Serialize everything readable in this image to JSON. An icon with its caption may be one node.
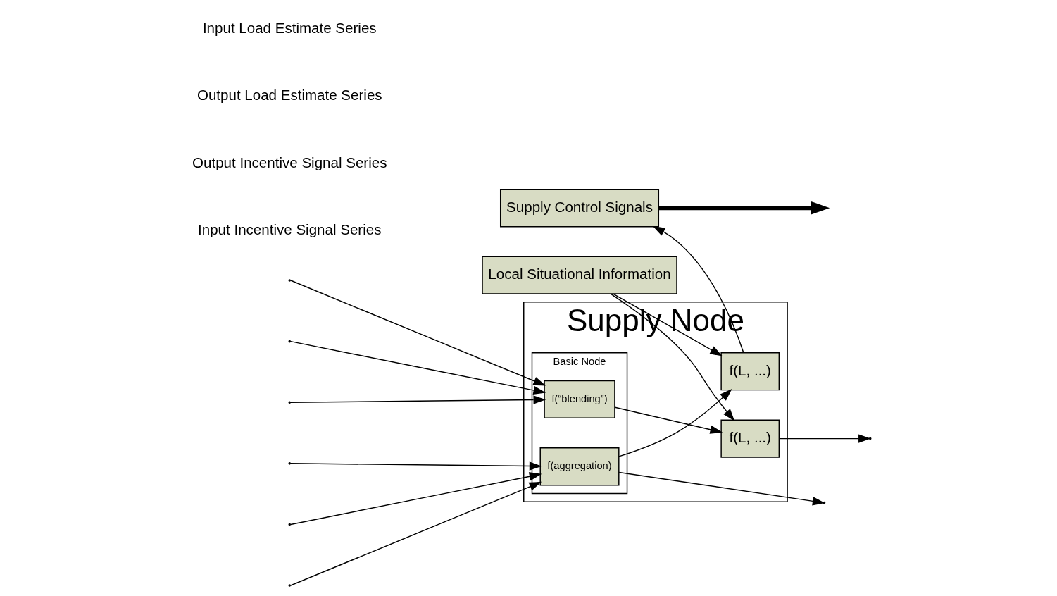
{
  "diagram": {
    "nodes": [
      {
        "text": [
          "Supply Node"
        ]
      },
      {
        "text": [
          "Basic Node"
        ],
        "in": 0
      },
      {
        "text": [
          "f(“blending”)"
        ],
        "in": 1
      },
      {
        "text": [
          "f(aggregation)"
        ],
        "in": 1
      },
      {
        "text": [
          "f(L, ...)"
        ],
        "in": 0
      },
      {
        "text": [
          "f(L, ...)"
        ],
        "in": 0
      },
      {
        "text": [
          "Supply Control Signals"
        ]
      },
      {
        "text": [
          "Local Situational Information"
        ]
      }
    ],
    "edges": [
      {
        "from": null,
        "to": 2,
        "arrow": "to"
      },
      {
        "from": null,
        "to": 2,
        "arrow": "to"
      },
      {
        "from": null,
        "to": 2,
        "arrow": "to"
      },
      {
        "from": 2,
        "to": 4,
        "arrow": "to"
      },
      {
        "from": 4,
        "to": null,
        "arrow": "to"
      },
      {
        "from": null,
        "to": 3,
        "arrow": "to"
      },
      {
        "from": null,
        "to": 3,
        "arrow": "to"
      },
      {
        "from": null,
        "to": 3,
        "arrow": "to"
      },
      {
        "from": 3,
        "to": null,
        "arrow": "to"
      },
      {
        "from": 3,
        "to": 5,
        "arrow": "to"
      },
      {
        "from": 7,
        "to": 5,
        "arrow": "to"
      },
      {
        "from": 7,
        "to": 4,
        "arrow": "to"
      },
      {
        "from": 5,
        "to": 6,
        "arrow": "to"
      },
      {
        "from": 6,
        "to": null,
        "arrow": "to",
        "style": "thick"
      }
    ],
    "labels": [
      "Input Incentive Signal Series",
      "Output Incentive Signal Series",
      "Output Load Estimate Series",
      "Input Load Estimate Series"
    ]
  }
}
